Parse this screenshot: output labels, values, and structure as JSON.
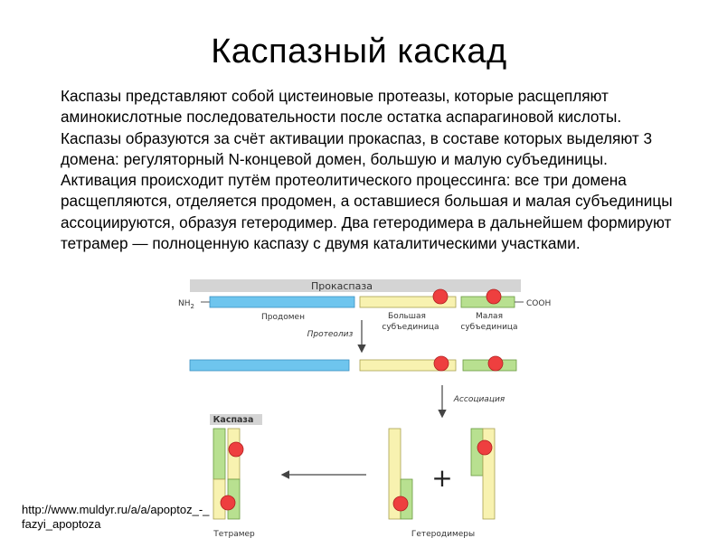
{
  "slide": {
    "title": "Каспазный каскад",
    "paragraph": "Каспазы представляют собой цистеиновые протеазы, которые расщепляют аминокислотные последовательности после остатка аспарагиновой кислоты. Каспазы образуются за счёт активации прокаспаз, в составе которых выделяют 3 домена: регуляторный N-концевой домен, большую и малую субъединицы. Активация происходит путём протеолитического процессинга: все три домена расщепляются, отделяется продомен, а оставшиеся большая и малая субъединицы ассоциируются, образуя гетеродимер. Два гетеродимера в дальнейшем формируют тетрамер — полноценную каспазу с двумя каталитическими участками.",
    "source_url": "http://www.muldyr.ru/a/a/apoptoz_-_fazyi_apoptoza"
  },
  "diagram": {
    "procaspase_title": "Прокаспаза",
    "nh2_label": "NH",
    "nh2_subscript": "2",
    "cooh_label": "COOH",
    "prodomain_label": "Продомен",
    "large_subunit_label": [
      "Большая",
      "субъединица"
    ],
    "small_subunit_label": [
      "Малая",
      "субъединица"
    ],
    "proteolysis_label": "Протеолиз",
    "association_label": "Ассоциация",
    "caspase_title": "Каспаза",
    "plus_sign": "+",
    "tetramer_label": "Тетрамер",
    "heterodimers_label": "Гетеродимеры",
    "colors": {
      "prodomain": "#6ec5ee",
      "prodomain_stroke": "#3a8fc0",
      "large_subunit": "#f8f2b0",
      "large_subunit_stroke": "#a8a050",
      "small_subunit": "#b8e090",
      "small_subunit_stroke": "#6a9a40",
      "active_site": "#ee3f3f",
      "active_site_stroke": "#b02020",
      "arrow": "#444444",
      "title_bar": "#d4d4d4"
    }
  }
}
